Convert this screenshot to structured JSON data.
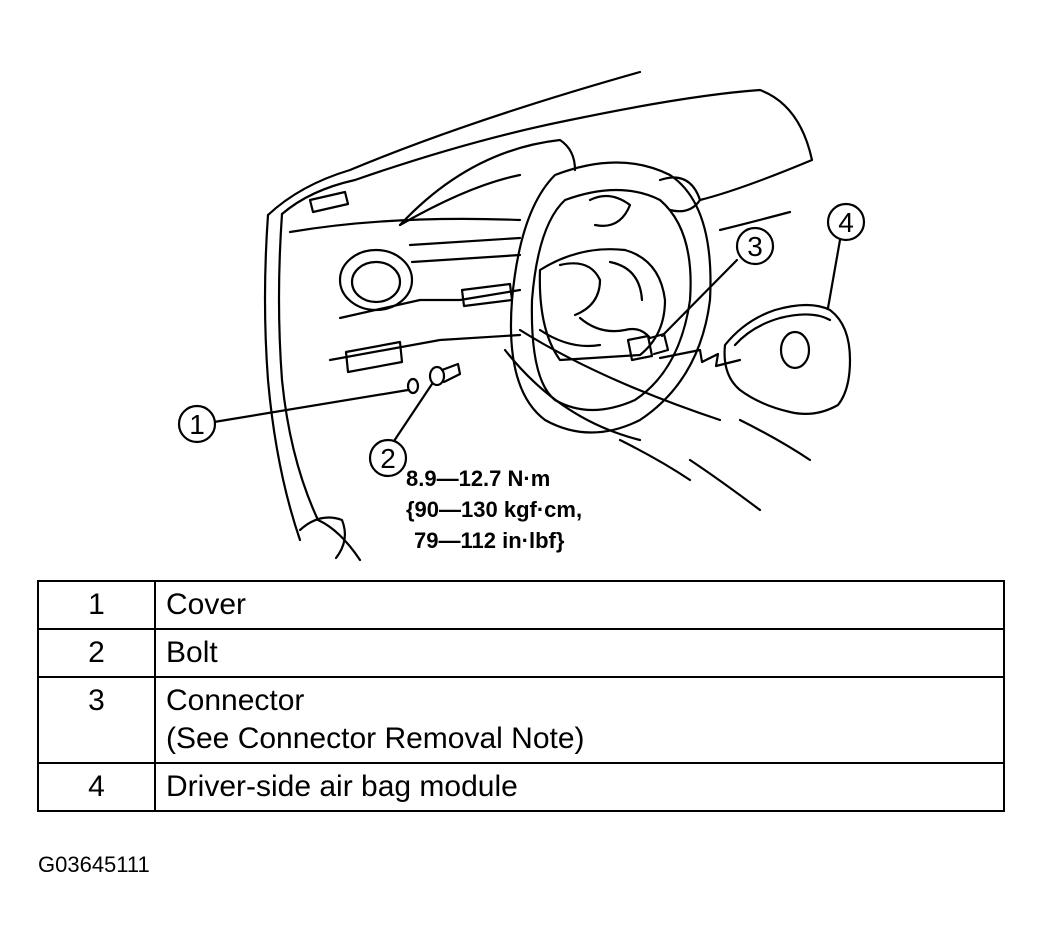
{
  "callouts": [
    "1",
    "2",
    "3",
    "4"
  ],
  "torque": {
    "line1": "8.9—12.7 N·m",
    "line2": "{90—130 kgf·cm,",
    "line3": "79—112 in·lbf}"
  },
  "parts": [
    {
      "num": "1",
      "desc": [
        "Cover"
      ]
    },
    {
      "num": "2",
      "desc": [
        "Bolt"
      ]
    },
    {
      "num": "3",
      "desc": [
        "Connector",
        "(See Connector Removal Note)"
      ]
    },
    {
      "num": "4",
      "desc": [
        "Driver-side air bag module"
      ]
    }
  ],
  "figure_id": "G03645111"
}
